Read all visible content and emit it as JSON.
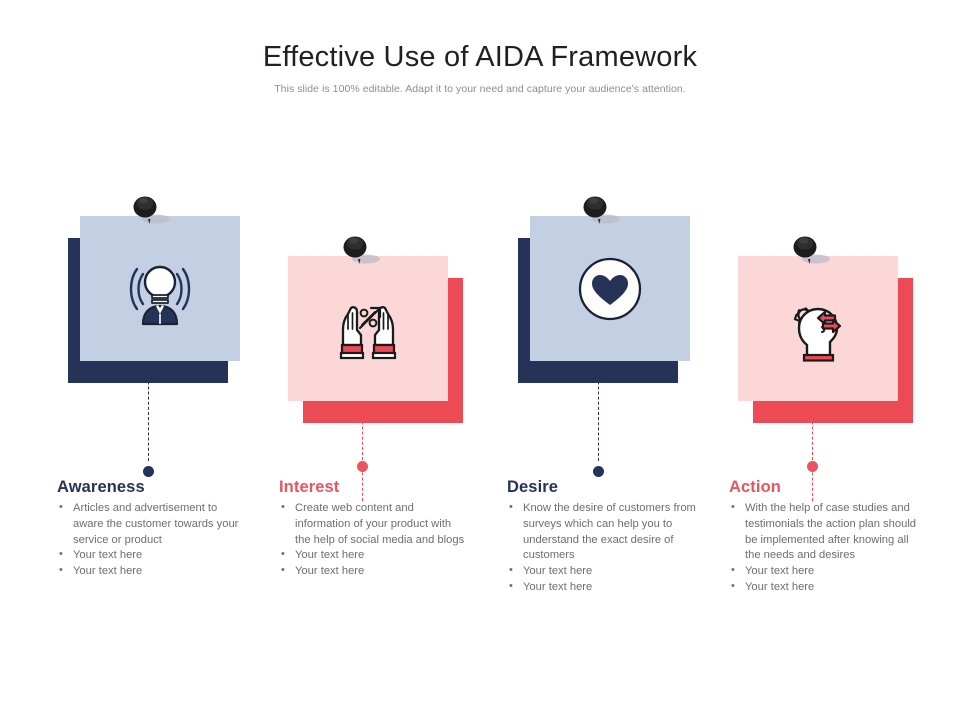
{
  "header": {
    "title": "Effective Use of AIDA Framework",
    "subtitle": "This slide is 100% editable. Adapt it to your need and capture your audience's attention."
  },
  "theme": {
    "navy": "#243357",
    "navy_card": "#c3cfe3",
    "red": "#ec4a55",
    "red_card": "#fbd8d7",
    "heading_red": "#e8555f",
    "body_text": "#6d6e71",
    "title_text": "#231f20",
    "subtitle_text": "#8d8d8d",
    "pin": "#1a1a1a"
  },
  "columns": [
    {
      "heading": "Awareness",
      "color": "navy",
      "icon": "person-lightbulb-idea-icon",
      "bullets": [
        "Articles and advertisement to aware the customer towards your service or product",
        "Your text here",
        "Your text here"
      ]
    },
    {
      "heading": "Interest",
      "color": "red",
      "icon": "hands-percent-growth-icon",
      "bullets": [
        "Create web content and information of your product with the help of social media and blogs",
        "Your text here",
        "Your text here"
      ]
    },
    {
      "heading": "Desire",
      "color": "navy",
      "icon": "heart-in-circle-icon",
      "bullets": [
        "Know the desire of customers from surveys which can help you to understand the exact desire of customers",
        "Your text here",
        "Your text here"
      ]
    },
    {
      "heading": "Action",
      "color": "red",
      "icon": "head-gear-exchange-arrows-icon",
      "bullets": [
        "With the help of case studies and testimonials the action plan should be implemented after knowing all the needs and desires",
        "Your text here",
        "Your text here"
      ]
    }
  ]
}
